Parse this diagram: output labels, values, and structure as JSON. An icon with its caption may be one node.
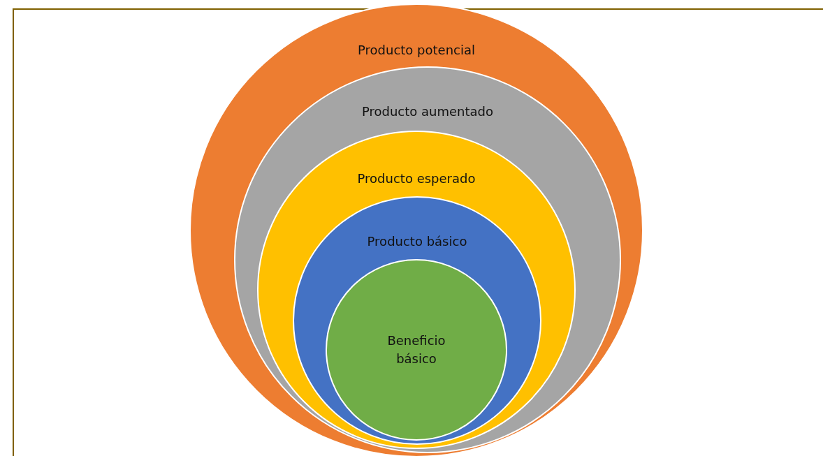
{
  "diagram": {
    "nodes": [
      {
        "text": [
          "Producto potencial"
        ]
      },
      {
        "text": [
          "Producto aumentado"
        ],
        "in": 0
      },
      {
        "text": [
          "Producto esperado"
        ],
        "in": 1
      },
      {
        "text": [
          "Producto básico"
        ],
        "in": 2
      },
      {
        "text": [
          "Beneficio básico"
        ],
        "in": 3
      }
    ]
  }
}
